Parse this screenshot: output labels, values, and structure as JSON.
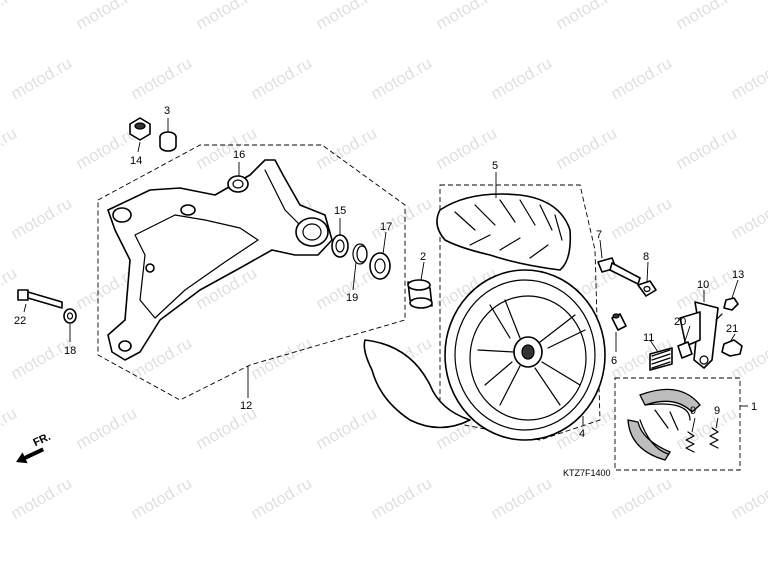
{
  "diagram": {
    "watermark": "motod.ru",
    "diagram_code": "KTZ7F1400",
    "front_marker": "FR.",
    "callouts": {
      "c1": "1",
      "c2": "2",
      "c3": "3",
      "c4": "4",
      "c5": "5",
      "c6": "6",
      "c7": "7",
      "c8": "8",
      "c9a": "9",
      "c9b": "9",
      "c10": "10",
      "c11": "11",
      "c12": "12",
      "c13": "13",
      "c14": "14",
      "c15": "15",
      "c16": "16",
      "c17": "17",
      "c18": "18",
      "c19": "19",
      "c20": "20",
      "c21": "21",
      "c22": "22"
    }
  }
}
